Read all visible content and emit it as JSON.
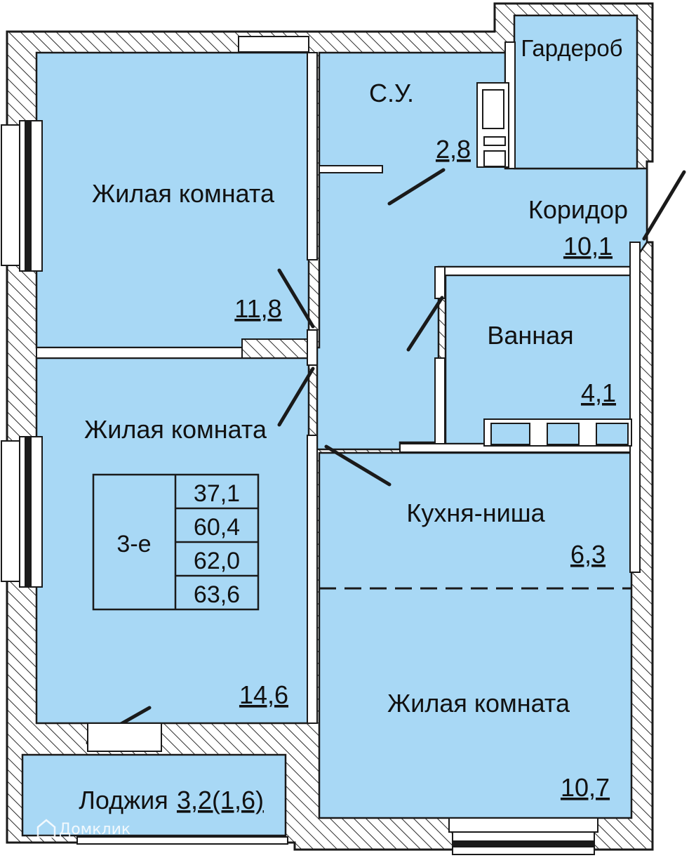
{
  "colors": {
    "room_fill": "#a8d8f5",
    "wall_fill": "#ffffff",
    "wall_stroke": "#1a1a1a",
    "hatch": "#2b2b2b"
  },
  "rooms": {
    "living_room_1": {
      "name": "Жилая комната",
      "area": "11,8"
    },
    "bathroom_wc": {
      "name": "С.У.",
      "area": "2,8"
    },
    "wardrobe": {
      "name": "Гардероб"
    },
    "corridor": {
      "name": "Коридор",
      "area": "10,1"
    },
    "bath": {
      "name": "Ванная",
      "area": "4,1"
    },
    "living_room_2": {
      "name": "Жилая комната",
      "area": "14,6"
    },
    "kitchen_niche": {
      "name": "Кухня-ниша",
      "area": "6,3"
    },
    "living_room_3": {
      "name": "Жилая комната",
      "area": "10,7"
    },
    "loggia": {
      "name": "Лоджия",
      "area": "3,2(1,6)"
    }
  },
  "summary": {
    "rooms_label": "3-е",
    "areas": [
      "37,1",
      "60,4",
      "62,0",
      "63,6"
    ]
  },
  "watermark": {
    "icon": "house-icon",
    "text": "Домклик"
  }
}
